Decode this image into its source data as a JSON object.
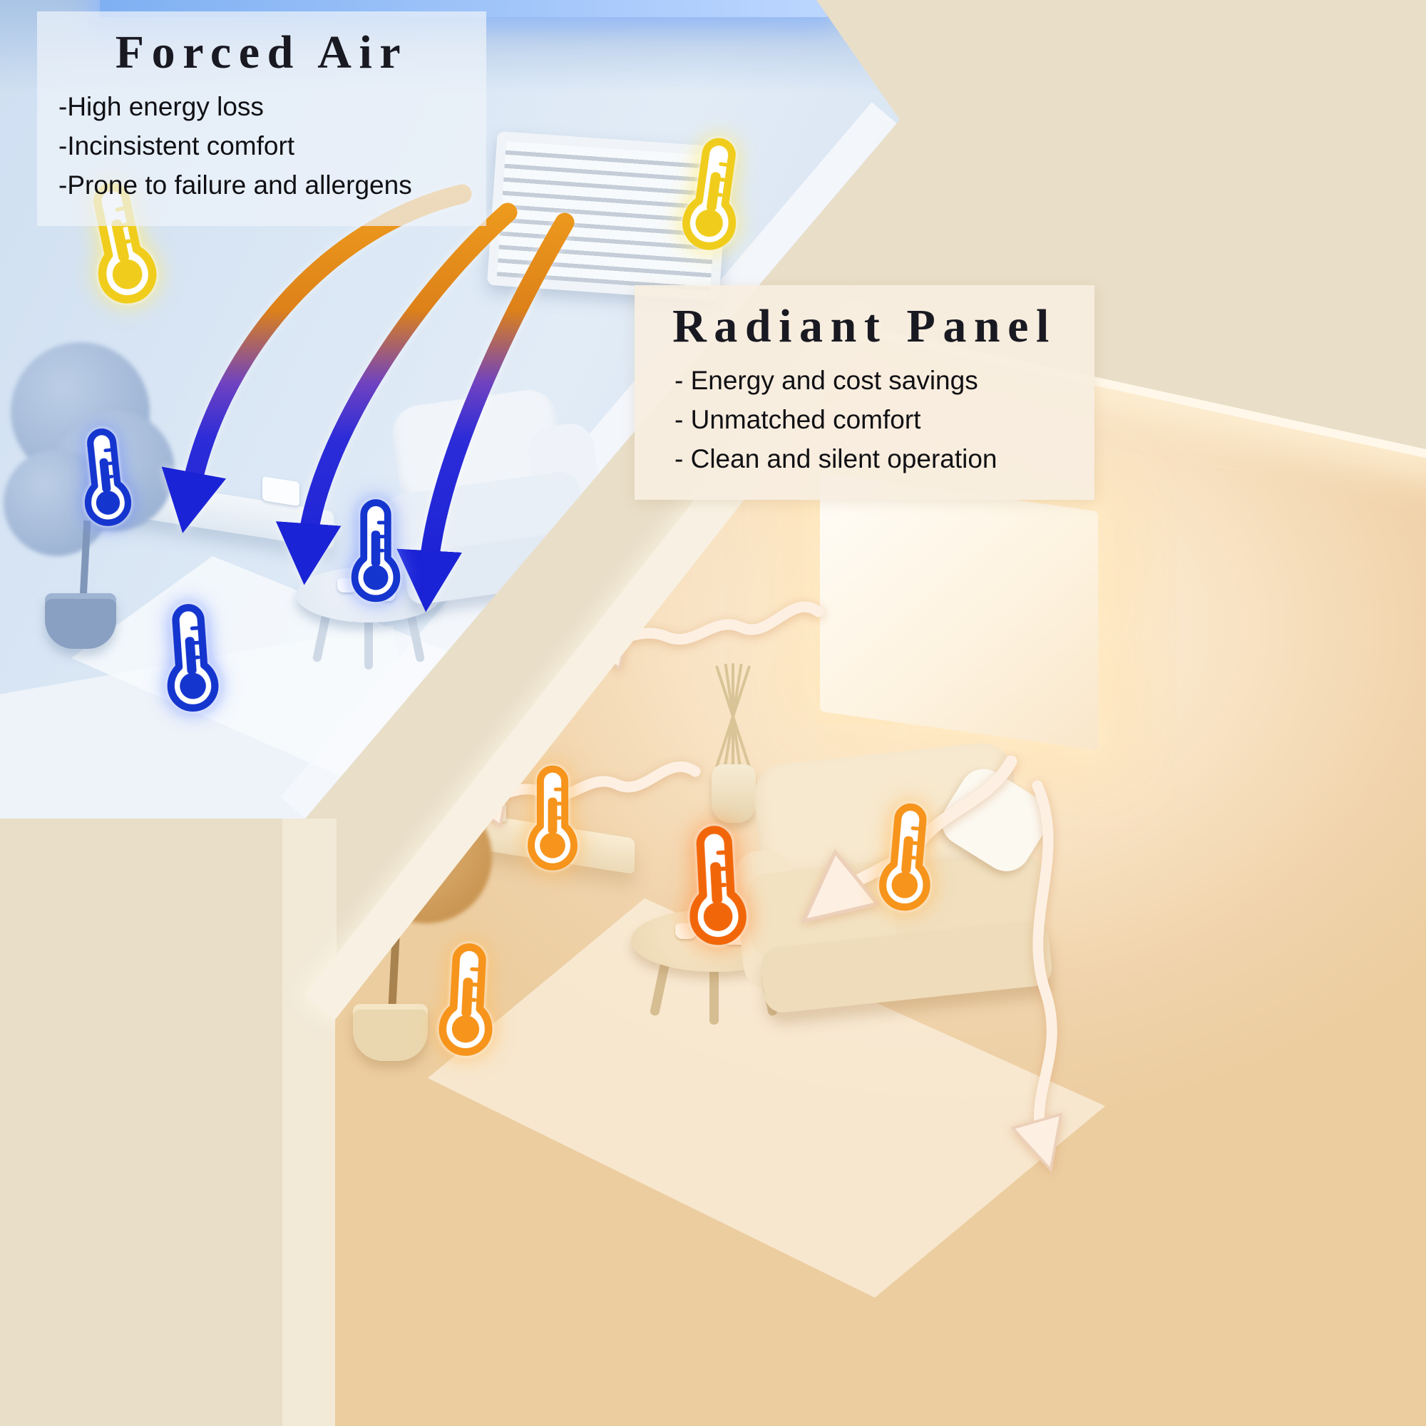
{
  "forced_air": {
    "title": "Forced Air",
    "bullets": [
      "-High energy loss",
      "-Incinsistent comfort",
      "-Prone to failure and allergens"
    ]
  },
  "radiant_panel": {
    "title": "Radiant Panel",
    "bullets": [
      "- Energy and cost savings",
      "- Unmatched comfort",
      "- Clean and silent operation"
    ]
  },
  "colors": {
    "background_beige": "#e9dec8",
    "cool_room": "#d8e5f2",
    "warm_room": "#f7e3c6",
    "forced_arrow_start": "#f1a01e",
    "forced_arrow_end": "#1b23d6",
    "thermometer_yellow": "#f0cd1c",
    "thermometer_blue": "#1535cf",
    "thermometer_orange": "#f6941c",
    "thermometer_hot_orange": "#f2660a",
    "radiant_wave": "#fdf0e3"
  },
  "icons": {
    "thermometer": "thermometer-icon",
    "forced_air_flow": "airflow-arrow-icon",
    "radiant_heat": "heat-wave-arrow-icon"
  }
}
